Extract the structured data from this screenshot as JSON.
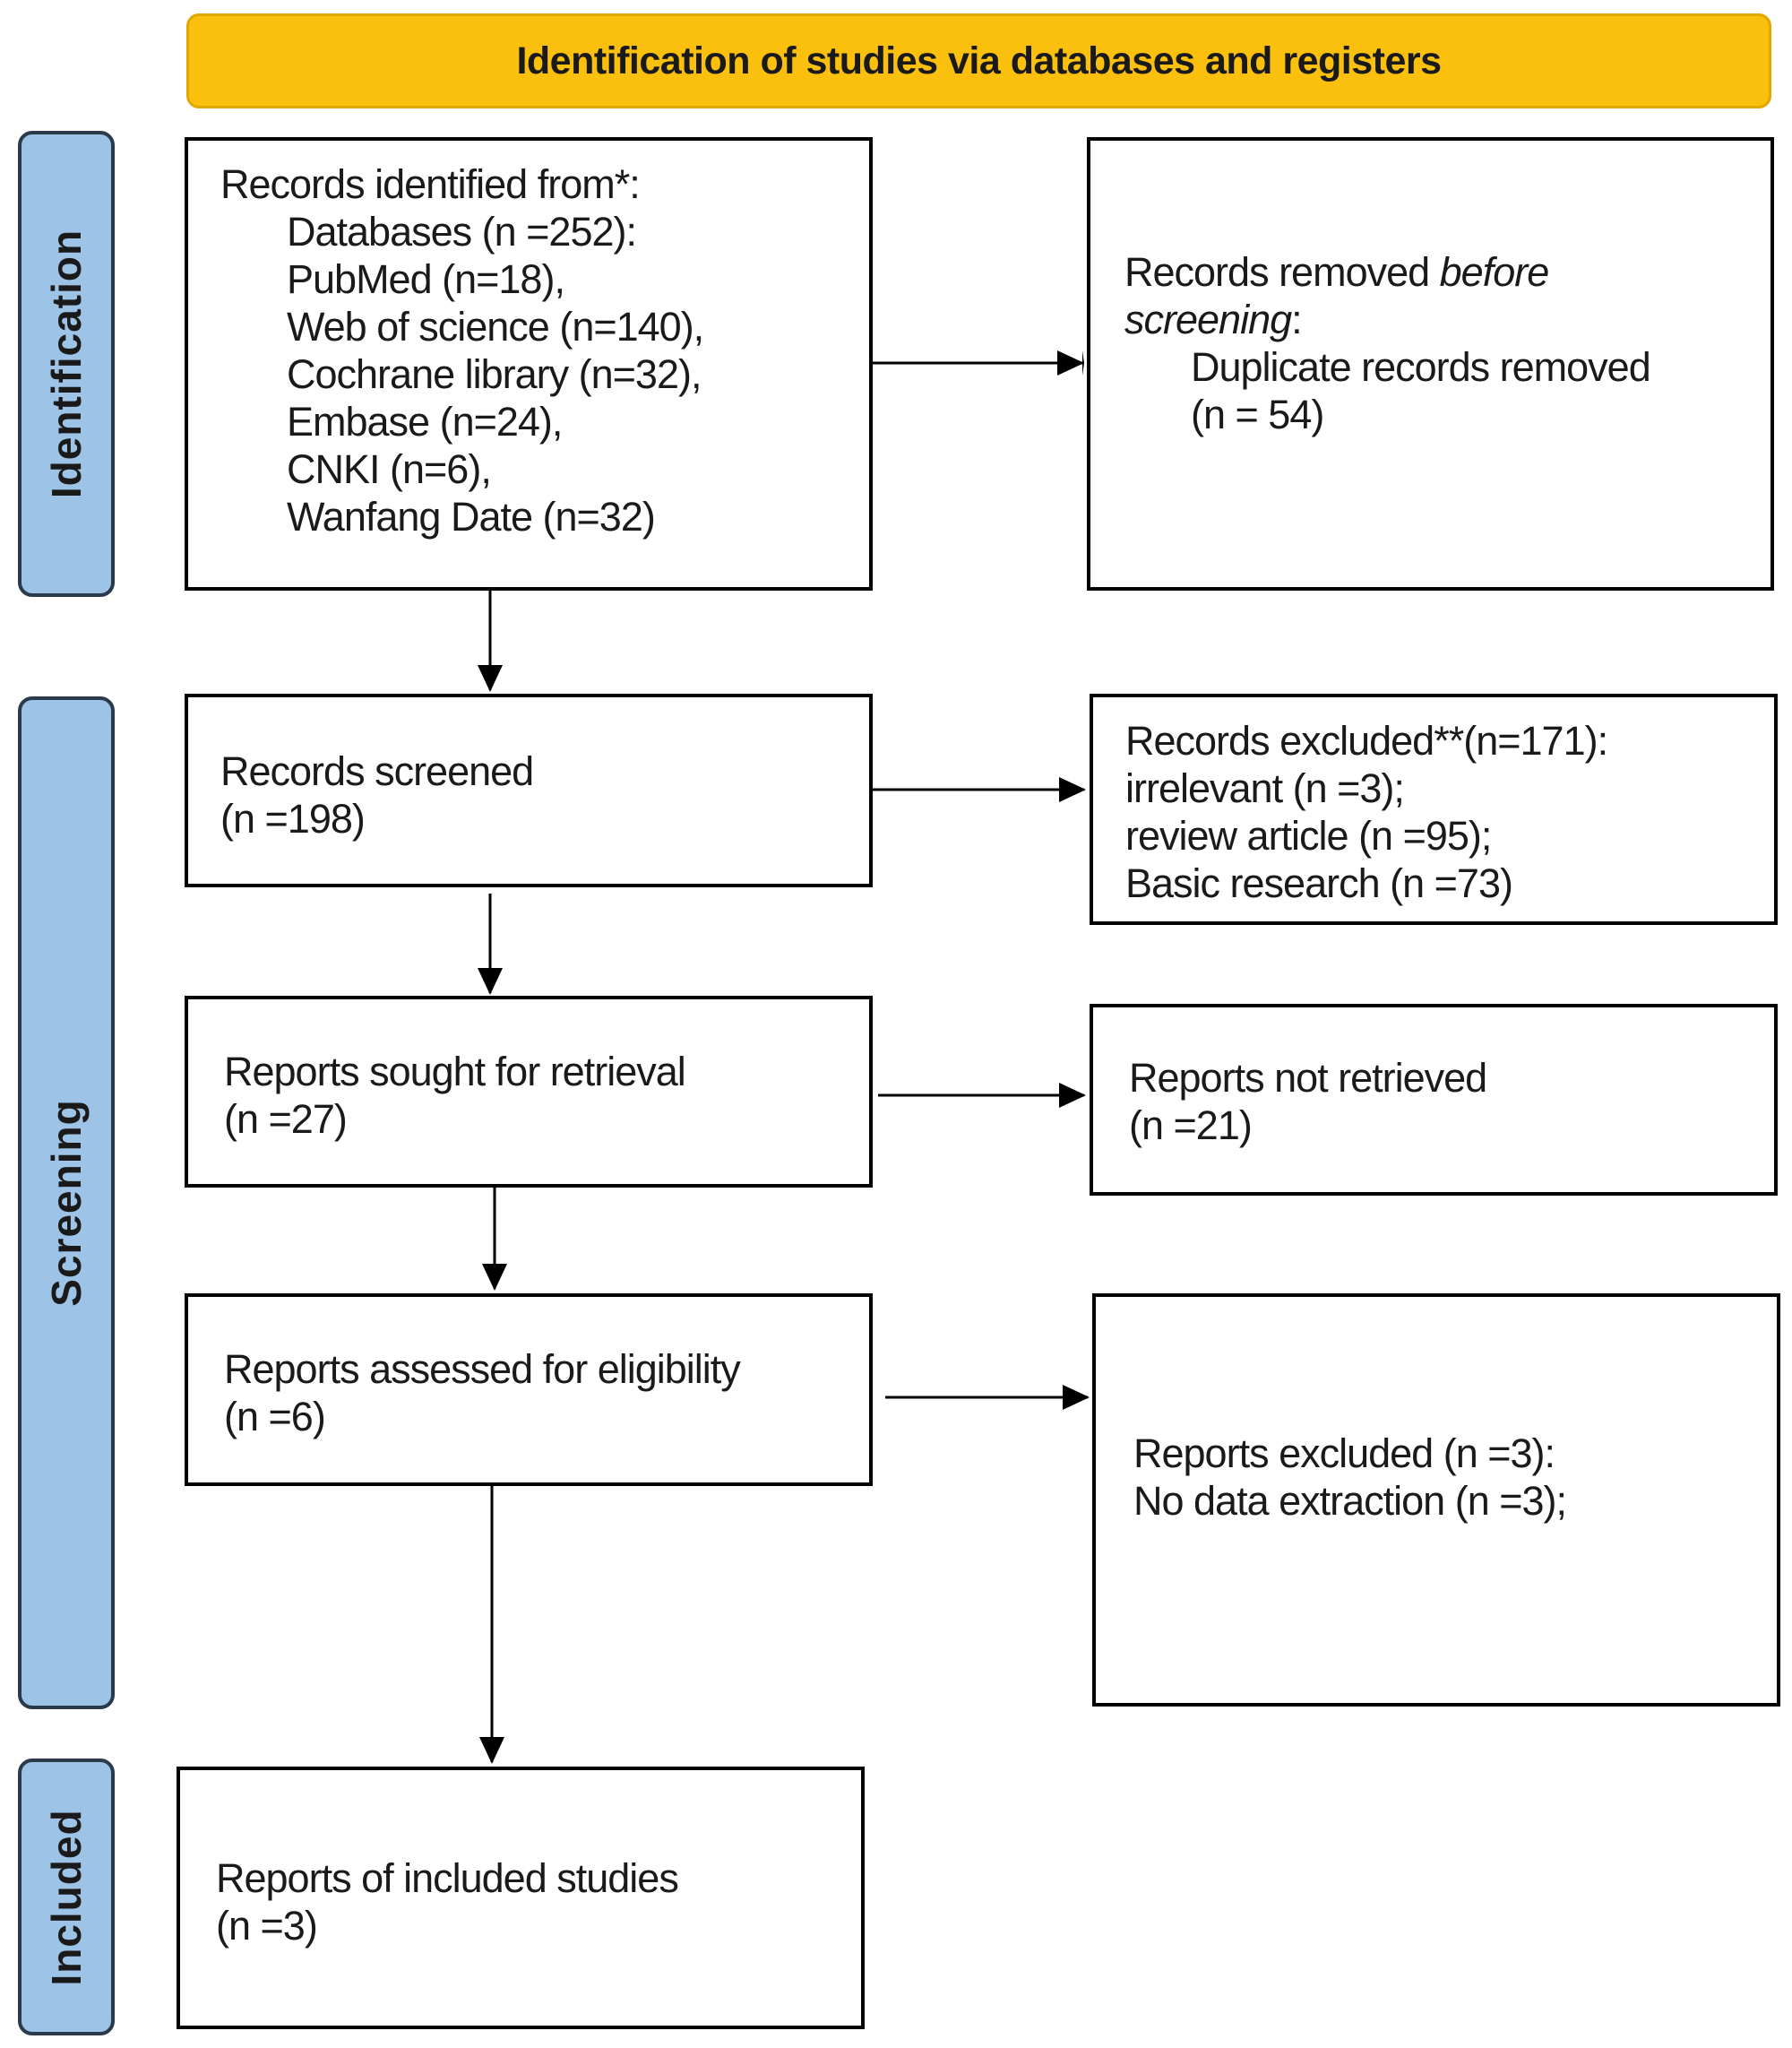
{
  "header": {
    "title": "Identification of studies via databases and registers"
  },
  "colors": {
    "header_bg": "#fbbf0e",
    "side_bg": "#9dc3e6"
  },
  "phases": [
    "Identification",
    "Screening",
    "Included"
  ],
  "boxes": {
    "identified": {
      "title": "Records identified from*:",
      "lines": [
        "Databases (n =252):",
        "PubMed (n=18),",
        "Web of science (n=140),",
        "Cochrane library (n=32),",
        "Embase (n=24),",
        "CNKI (n=6),",
        "Wanfang Date (n=32)"
      ]
    },
    "removed": {
      "pre": "Records removed ",
      "italic1": "before",
      "italic2": "screening",
      "colon": ":",
      "lines": [
        "Duplicate records removed",
        "(n = 54)"
      ]
    },
    "screened": {
      "lines": [
        "Records screened",
        "(n =198)"
      ]
    },
    "excluded": {
      "lines": [
        "Records excluded**(n=171):",
        "irrelevant (n =3);",
        "review article (n =95);",
        "Basic research (n =73)"
      ]
    },
    "sought": {
      "lines": [
        "Reports sought for retrieval",
        "(n =27)"
      ]
    },
    "not_retrieved": {
      "lines": [
        "Reports not retrieved",
        "(n =21)"
      ]
    },
    "assessed": {
      "lines": [
        "Reports assessed for eligibility",
        "(n =6)"
      ]
    },
    "reports_excluded": {
      "lines": [
        "Reports excluded (n =3):",
        "No data extraction (n =3);"
      ]
    },
    "included": {
      "lines": [
        "Reports of included studies",
        "(n =3)"
      ]
    }
  }
}
